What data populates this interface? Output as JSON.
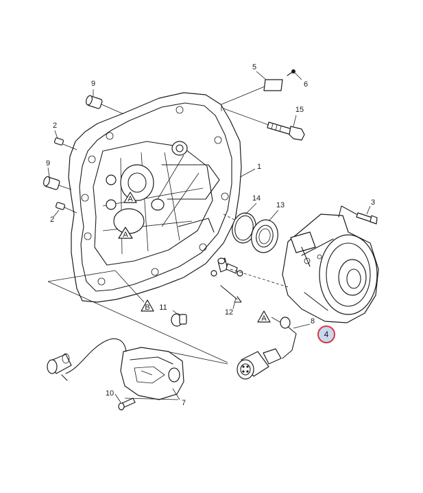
{
  "callouts": {
    "n1": "1",
    "n2a": "2",
    "n2b": "2",
    "n3": "3",
    "n4": "4",
    "n5": "5",
    "n6": "6",
    "n7": "7",
    "n8": "8",
    "n9a": "9",
    "n9b": "9",
    "n10": "10",
    "n11": "11",
    "n12": "12",
    "n13": "13",
    "n14": "14",
    "n15": "15"
  },
  "section_markers": {
    "a1": "A",
    "a2": "A",
    "a3": "A",
    "b1": "B"
  },
  "highlight": {
    "callout": "4",
    "ring_color": "#d9363e",
    "fill_color": "#c8d8ee"
  }
}
